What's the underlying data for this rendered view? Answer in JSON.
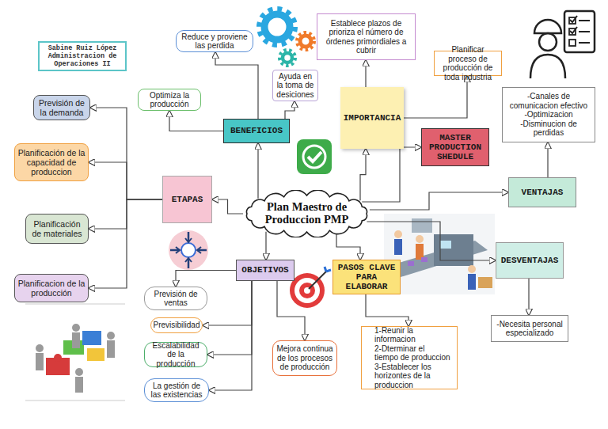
{
  "diagram": {
    "nodes": [
      {
        "text": [
          "Sabine Ruiz López Administracion de Operaciones II"
        ]
      },
      {
        "text": [
          "Plan Maestro de Produccion PMP"
        ]
      },
      {
        "text": [
          "BENEFICIOS"
        ]
      },
      {
        "text": [
          "Reduce y proviene las perdida"
        ]
      },
      {
        "text": [
          "Optimiza la producción"
        ]
      },
      {
        "text": [
          "Ayuda en la toma de desiciones"
        ]
      },
      {
        "text": [
          "IMPORTANCIA"
        ]
      },
      {
        "text": [
          "Establece plazos de prioriza el número de órdenes primordiales a cubrir"
        ]
      },
      {
        "text": [
          "Planificar proceso de producción de toda industria"
        ]
      },
      {
        "text": [
          "MASTER PRODUCTION SHEDULE"
        ]
      },
      {
        "text": [
          "VENTAJAS"
        ]
      },
      {
        "text": [
          "-Canales de comunicacion efectivo",
          "-Optimizacion",
          "-Disminucion de perdidas"
        ]
      },
      {
        "text": [
          "DESVENTAJAS"
        ]
      },
      {
        "text": [
          "-Necesita personal especializado"
        ]
      },
      {
        "text": [
          "PASOS CLAVE PARA ELABORAR"
        ]
      },
      {
        "text": [
          "1-Reunir la informacion",
          "2-Dterminar el tiempo de produccion",
          "3-Establecer los horizontes de la produccion"
        ]
      },
      {
        "text": [
          "OBJETIVOS"
        ]
      },
      {
        "text": [
          "Previsión de ventas"
        ]
      },
      {
        "text": [
          "Previsibilidad"
        ]
      },
      {
        "text": [
          "Escalabilidad de la producción"
        ]
      },
      {
        "text": [
          "La gestión de las existencias"
        ]
      },
      {
        "text": [
          "Mejora continua de los procesos de producción"
        ]
      },
      {
        "text": [
          "ETAPAS"
        ]
      },
      {
        "text": [
          "Previsión de la demanda"
        ]
      },
      {
        "text": [
          "Planificación de la capacidad de produccion"
        ]
      },
      {
        "text": [
          "Planificación de materiales"
        ]
      },
      {
        "text": [
          "Planificacion de la producción"
        ]
      }
    ],
    "edges": [
      {
        "from": 1,
        "to": 2,
        "arrow": "to"
      },
      {
        "from": 1,
        "to": 6,
        "arrow": "to"
      },
      {
        "from": 1,
        "to": 9,
        "arrow": "to"
      },
      {
        "from": 1,
        "to": 10,
        "arrow": "to"
      },
      {
        "from": 1,
        "to": 12,
        "arrow": "to"
      },
      {
        "from": 1,
        "to": 14,
        "arrow": "to"
      },
      {
        "from": 1,
        "to": 16,
        "arrow": "to"
      },
      {
        "from": 1,
        "to": 22,
        "arrow": "to"
      },
      {
        "from": 2,
        "to": 3,
        "arrow": "to"
      },
      {
        "from": 2,
        "to": 4,
        "arrow": "to"
      },
      {
        "from": 2,
        "to": 5,
        "arrow": "to"
      },
      {
        "from": 6,
        "to": 7,
        "arrow": "to"
      },
      {
        "from": 6,
        "to": 8,
        "arrow": "to"
      },
      {
        "from": 10,
        "to": 11,
        "arrow": "to"
      },
      {
        "from": 12,
        "to": 13,
        "arrow": "to"
      },
      {
        "from": 14,
        "to": 15,
        "arrow": "to"
      },
      {
        "from": 16,
        "to": 17,
        "arrow": "to"
      },
      {
        "from": 16,
        "to": 18,
        "arrow": "to"
      },
      {
        "from": 16,
        "to": 19,
        "arrow": "to"
      },
      {
        "from": 16,
        "to": 20,
        "arrow": "to"
      },
      {
        "from": 16,
        "to": 21,
        "arrow": "to"
      },
      {
        "from": 22,
        "to": 23,
        "arrow": "to"
      },
      {
        "from": 22,
        "to": 24,
        "arrow": "to"
      },
      {
        "from": 22,
        "to": 25,
        "arrow": "to"
      },
      {
        "from": 22,
        "to": 26,
        "arrow": "to"
      }
    ]
  }
}
